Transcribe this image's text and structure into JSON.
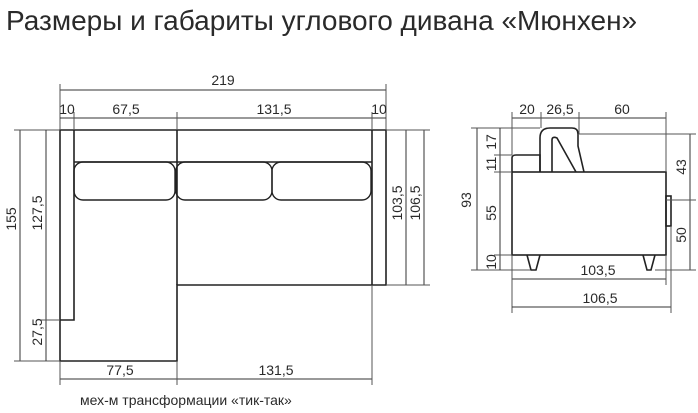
{
  "title": "Размеры и габариты углового дивана «Мюнхен»",
  "caption": "мех-м трансформации «тик-так»",
  "top_view": {
    "total_width": "219",
    "arm_left": "10",
    "section_left": "67,5",
    "section_right": "131,5",
    "arm_right": "10",
    "total_depth": "155",
    "chaise_back_height": "127,5",
    "chaise_arm_height": "27,5",
    "seat_depth": "103,5",
    "overall_depth": "106,5",
    "bottom_left": "77,5",
    "bottom_right": "131,5"
  },
  "side_view": {
    "top_a": "20",
    "top_b": "26,5",
    "top_c": "60",
    "height_total": "93",
    "h_17": "17",
    "h_11": "11",
    "h_55": "55",
    "h_10": "10",
    "right_43": "43",
    "right_50": "50",
    "bottom_inner": "103,5",
    "bottom_outer": "106,5"
  }
}
